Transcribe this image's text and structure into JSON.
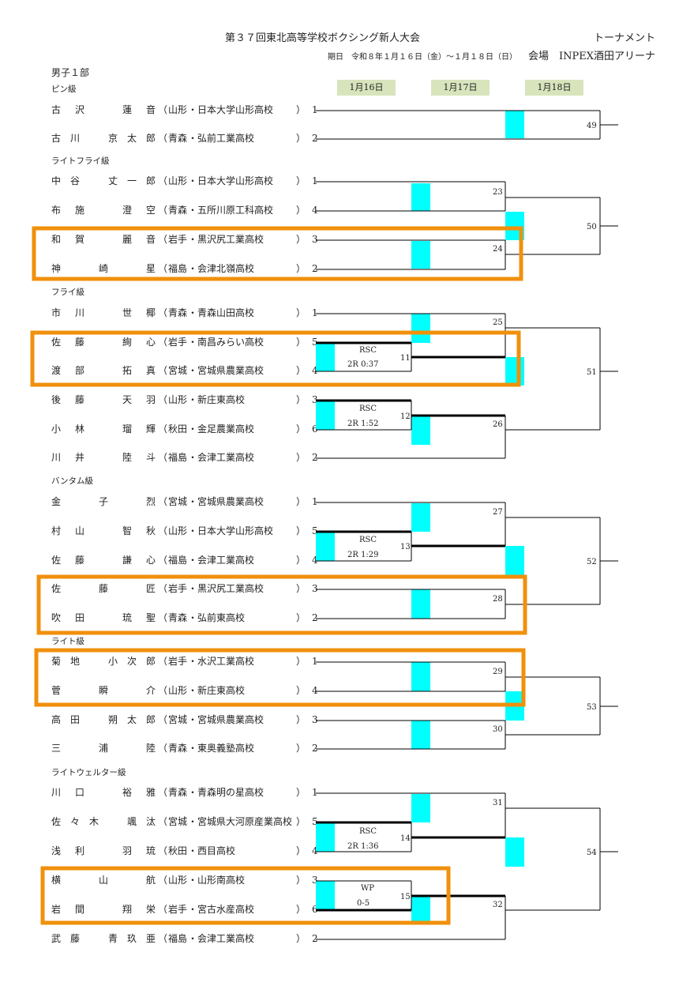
{
  "header": {
    "title": "第３７回東北高等学校ボクシング新人大会",
    "kind": "トーナメント",
    "dates": "期日　令和８年１月１６日（金）～１月１８日（日）",
    "venue": "会場　INPEX酒田アリーナ",
    "division": "男子１部",
    "day_labels": [
      "1月16日",
      "1月17日",
      "1月18日"
    ]
  },
  "colors": {
    "highlight": "#00ffff",
    "circle": "#f0900c",
    "date_bg": "#d8e4bc"
  },
  "classes": [
    "ピン級",
    "ライトフライ級",
    "フライ級",
    "バンタム級",
    "ライト級",
    "ライトウェルター級"
  ],
  "entries": [
    {
      "name": "古 沢 　 蓮 音",
      "pref": "山形",
      "school": "日本大学山形高校",
      "seed": "1"
    },
    {
      "name": "古 川 　 京 太 郎",
      "pref": "青森",
      "school": "弘前工業高校",
      "seed": "2"
    },
    {
      "name": "中 谷 　 丈 一 郎",
      "pref": "山形",
      "school": "日本大学山形高校",
      "seed": "1"
    },
    {
      "name": "布 施 　 澄 空",
      "pref": "青森",
      "school": "五所川原工科高校",
      "seed": "4"
    },
    {
      "name": "和 賀 　 麗 音",
      "pref": "岩手",
      "school": "黒沢尻工業高校",
      "seed": "3"
    },
    {
      "name": "神 　 崎 　 星",
      "pref": "福島",
      "school": "会津北嶺高校",
      "seed": "2"
    },
    {
      "name": "市 川 　 世 椰",
      "pref": "青森",
      "school": "青森山田高校",
      "seed": "1"
    },
    {
      "name": "佐 藤 　 絢 心",
      "pref": "岩手",
      "school": "南昌みらい高校",
      "seed": "5"
    },
    {
      "name": "渡 部 　 拓 真",
      "pref": "宮城",
      "school": "宮城県農業高校",
      "seed": "4"
    },
    {
      "name": "後 藤 　 天 羽",
      "pref": "山形",
      "school": "新庄東高校",
      "seed": "3"
    },
    {
      "name": "小 林 　 瑠 輝",
      "pref": "秋田",
      "school": "金足農業高校",
      "seed": "6"
    },
    {
      "name": "川 井 　 陸 斗",
      "pref": "福島",
      "school": "会津工業高校",
      "seed": "2"
    },
    {
      "name": "金 　 子 　 烈",
      "pref": "宮城",
      "school": "宮城県農業高校",
      "seed": "1"
    },
    {
      "name": "村 山 　 智 秋",
      "pref": "山形",
      "school": "日本大学山形高校",
      "seed": "5"
    },
    {
      "name": "佐 藤 　 謙 心",
      "pref": "福島",
      "school": "会津工業高校",
      "seed": "4"
    },
    {
      "name": "佐 　 藤 　 匠",
      "pref": "岩手",
      "school": "黒沢尻工業高校",
      "seed": "3"
    },
    {
      "name": "吹 田 　 琉 聖",
      "pref": "青森",
      "school": "弘前東高校",
      "seed": "2"
    },
    {
      "name": "菊 地 　 小 次 郎",
      "pref": "岩手",
      "school": "水沢工業高校",
      "seed": "1"
    },
    {
      "name": "菅 　 瞬 　 介",
      "pref": "山形",
      "school": "新庄東高校",
      "seed": "4"
    },
    {
      "name": "高 田 　 朔 太 郎",
      "pref": "宮城",
      "school": "宮城県農業高校",
      "seed": "3"
    },
    {
      "name": "三 　 浦 　 陸",
      "pref": "青森",
      "school": "東奥義塾高校",
      "seed": "2"
    },
    {
      "name": "川 口 　 裕 雅",
      "pref": "青森",
      "school": "青森明の星高校",
      "seed": "1"
    },
    {
      "name": "佐 々 木 　 颯 汰",
      "pref": "宮城",
      "school": "宮城県大河原産業高校",
      "seed": "5"
    },
    {
      "name": "浅 利 　 羽 琉",
      "pref": "秋田",
      "school": "西目高校",
      "seed": "4"
    },
    {
      "name": "横 　 山 　 航",
      "pref": "山形",
      "school": "山形南高校",
      "seed": "3"
    },
    {
      "name": "岩 間 　 翔 栄",
      "pref": "岩手",
      "school": "宮古水産高校",
      "seed": "6"
    },
    {
      "name": "武 藤 　 青 玖 亜",
      "pref": "福島",
      "school": "会津工業高校",
      "seed": "2"
    }
  ],
  "matches": {
    "m11": {
      "no": "11",
      "result": "RSC",
      "detail": "2R 0:37"
    },
    "m12": {
      "no": "12",
      "result": "RSC",
      "detail": "2R 1:52"
    },
    "m13": {
      "no": "13",
      "result": "RSC",
      "detail": "2R 1:29"
    },
    "m14": {
      "no": "14",
      "result": "RSC",
      "detail": "2R 1:36"
    },
    "m15": {
      "no": "15",
      "result": "WP",
      "detail": "0-5"
    },
    "numbers": [
      "23",
      "24",
      "25",
      "26",
      "27",
      "28",
      "29",
      "30",
      "31",
      "32",
      "49",
      "50",
      "51",
      "52",
      "53",
      "54"
    ]
  },
  "punct": {
    "open": "（",
    "dot": "・",
    "close": "）"
  }
}
